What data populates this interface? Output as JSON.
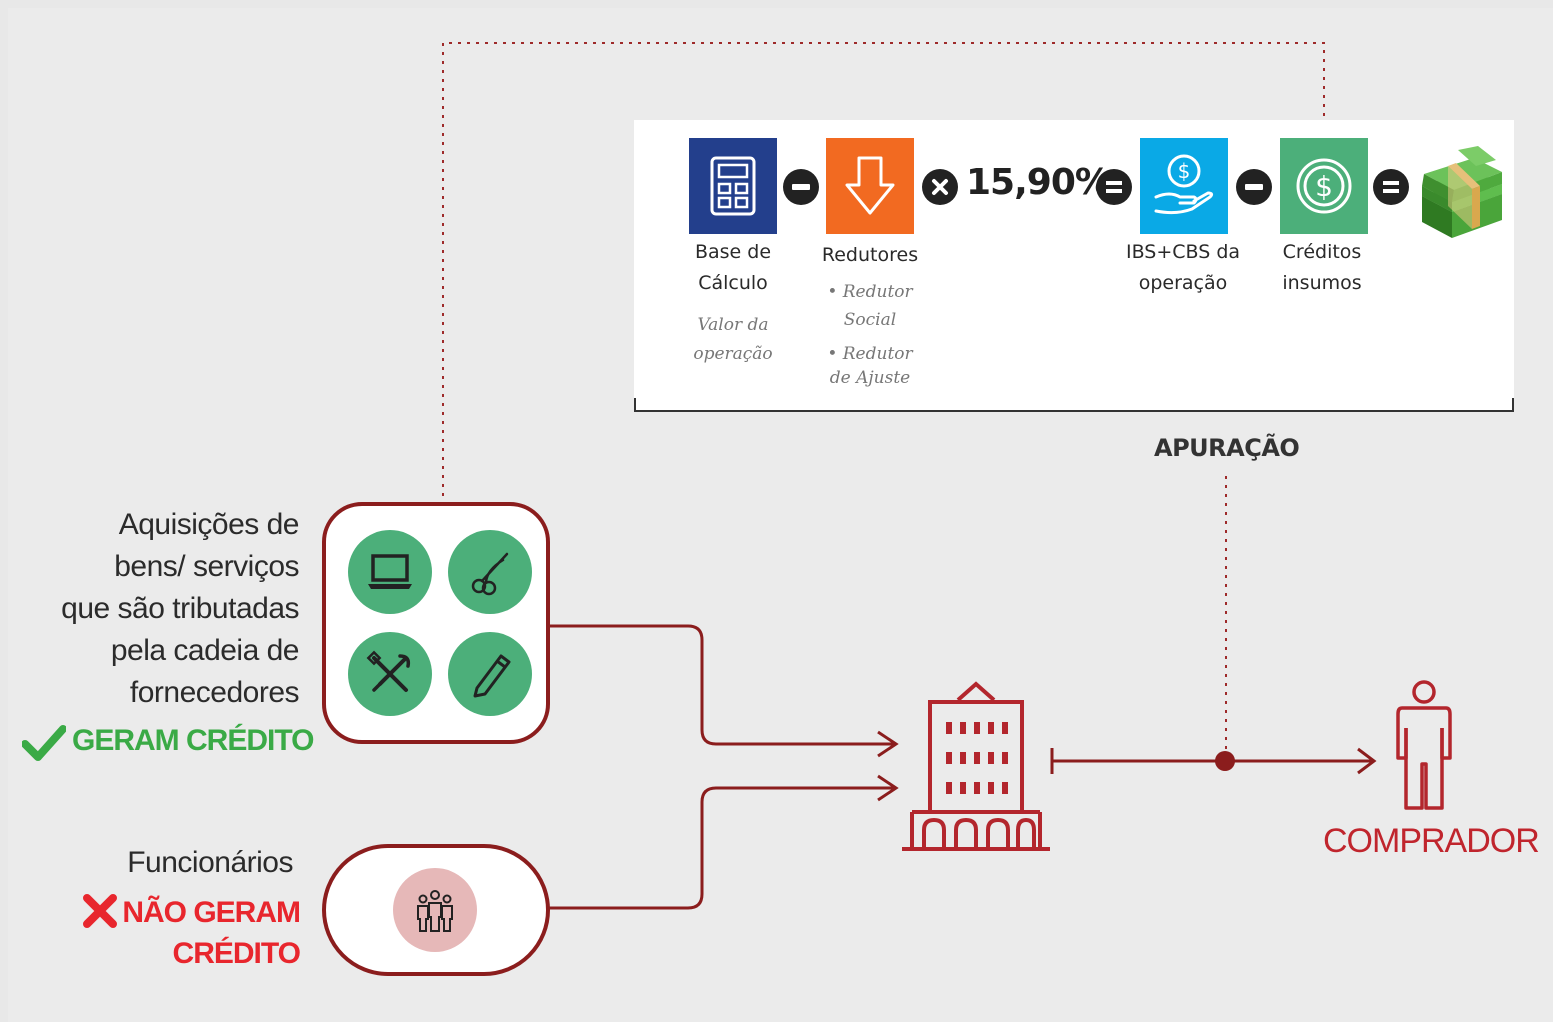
{
  "formula": {
    "rate": "15,90%",
    "items": [
      {
        "label_line1": "Base de",
        "label_line2": "Cálculo",
        "note_line1": "Valor da",
        "note_line2": "operação"
      },
      {
        "label_line1": "Redutores",
        "note_line1": "• Redutor",
        "note_line2": "Social",
        "note_line3": "• Redutor",
        "note_line4": "de Ajuste"
      },
      {
        "label_line1": "IBS+CBS da",
        "label_line2": "operação"
      },
      {
        "label_line1": "Créditos",
        "label_line2": "insumos"
      }
    ],
    "bracket_label": "APURAÇÃO"
  },
  "acquisitions": {
    "lines": [
      "Aquisições de",
      "bens/ serviços",
      "que são tributadas",
      "pela cadeia de",
      "fornecedores"
    ],
    "status": "GERAM CRÉDITO",
    "status_color": "#3aaa46",
    "icons": [
      "laptop-icon",
      "scissors-icon",
      "tools-icon",
      "pencil-icon"
    ]
  },
  "employees": {
    "label": "Funcionários",
    "status_line1": "NÃO GERAM",
    "status_line2": "CRÉDITO",
    "status_color": "#e8262d",
    "icon": "people-icon"
  },
  "buyer": {
    "label": "COMPRADOR",
    "color": "#c0252d"
  },
  "colors": {
    "line": "#8b1d1d",
    "tile_blue": "#233f8c",
    "tile_orange": "#f26a21",
    "tile_cyan": "#0aa9e6",
    "tile_green": "#4caf7a"
  }
}
